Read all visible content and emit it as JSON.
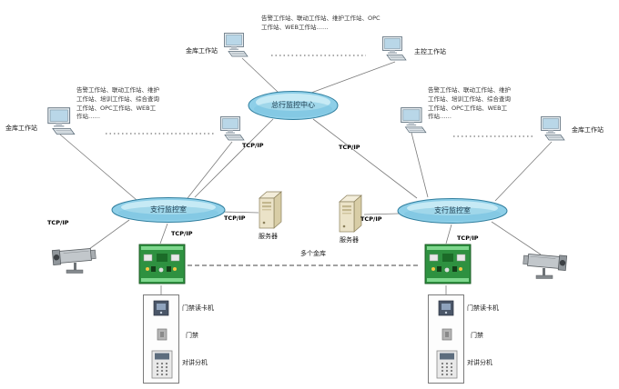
{
  "diagram": {
    "clouds": {
      "center": "总行监控中心",
      "left": "支行监控室",
      "right": "支行监控室"
    },
    "workstations": {
      "top_left_label": "金库工作站",
      "top_right_label": "主控工作站",
      "mid_left_label": "金库工作站",
      "mid_right_label": "金库工作站"
    },
    "annotations": {
      "top": "告警工作站、联动工作站、维护工作站、OPC工作站、WEB工作站……",
      "left": "告警工作站、联动工作站、维护工作站、培训工作站、综合查询工作站、OPC工作站、WEB工作站……",
      "right": "告警工作站、联动工作站、维护工作站、培训工作站、综合查询工作站、OPC工作站、WEB工作站……"
    },
    "servers": {
      "left": "服务器",
      "right": "服务器"
    },
    "labels": {
      "tcpip": "TCP/IP",
      "multi_vault": "多个金库"
    },
    "devices": {
      "left": [
        "门禁读卡机",
        "门禁",
        "对讲分机"
      ],
      "right": [
        "门禁读卡机",
        "门禁",
        "对讲分机"
      ]
    }
  }
}
